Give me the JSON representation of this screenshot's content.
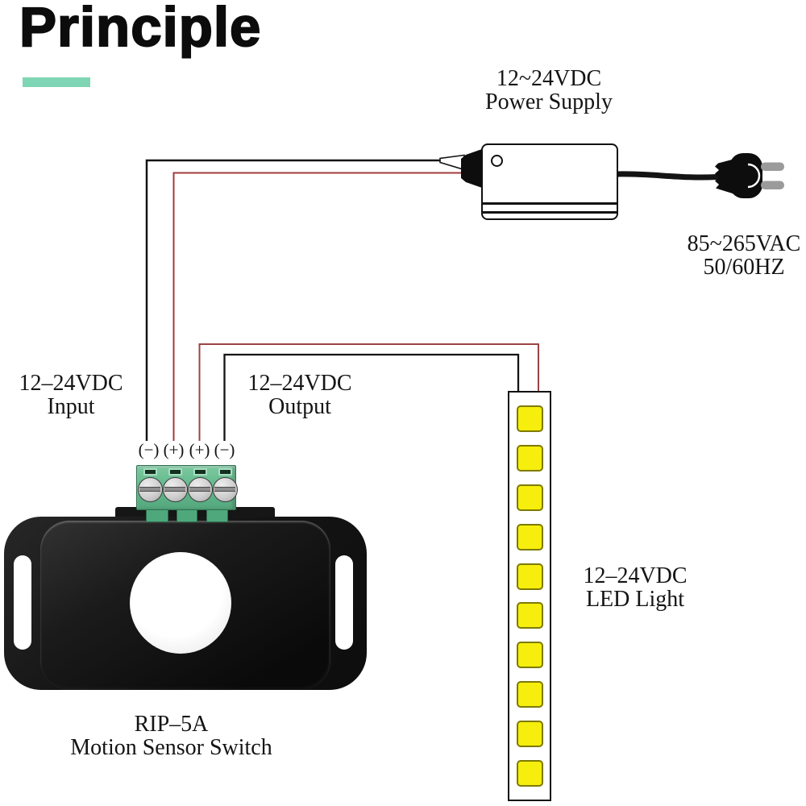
{
  "title": {
    "text": "Principle"
  },
  "labels": {
    "power_supply": {
      "line1": "12~24VDC",
      "line2": "Power Supply"
    },
    "mains": {
      "line1": "85~265VAC",
      "line2": "50/60HZ"
    },
    "input": {
      "line1": "12–24VDC",
      "line2": "Input"
    },
    "output": {
      "line1": "12–24VDC",
      "line2": "Output"
    },
    "led": {
      "line1": "12–24VDC",
      "line2": "LED Light"
    },
    "sensor": {
      "line1": "RIP–5A",
      "line2": "Motion Sensor Switch"
    }
  },
  "terminals": [
    "(−)",
    "(+)",
    "(+)",
    "(−)"
  ],
  "led_strip": {
    "count": 10
  },
  "colors": {
    "accent": "#7fd6b4",
    "wire-black": "#141414",
    "wire-red-in": "#a43b3b",
    "wire-red-out": "#9c4343",
    "block-green": "#63b88c",
    "block-green-light": "#a7dcc2",
    "tab-green": "#4fa87c",
    "led-yellow": "#f6ee0c",
    "led-border": "#7d7a00",
    "pin-gray": "#9b9b9b"
  }
}
